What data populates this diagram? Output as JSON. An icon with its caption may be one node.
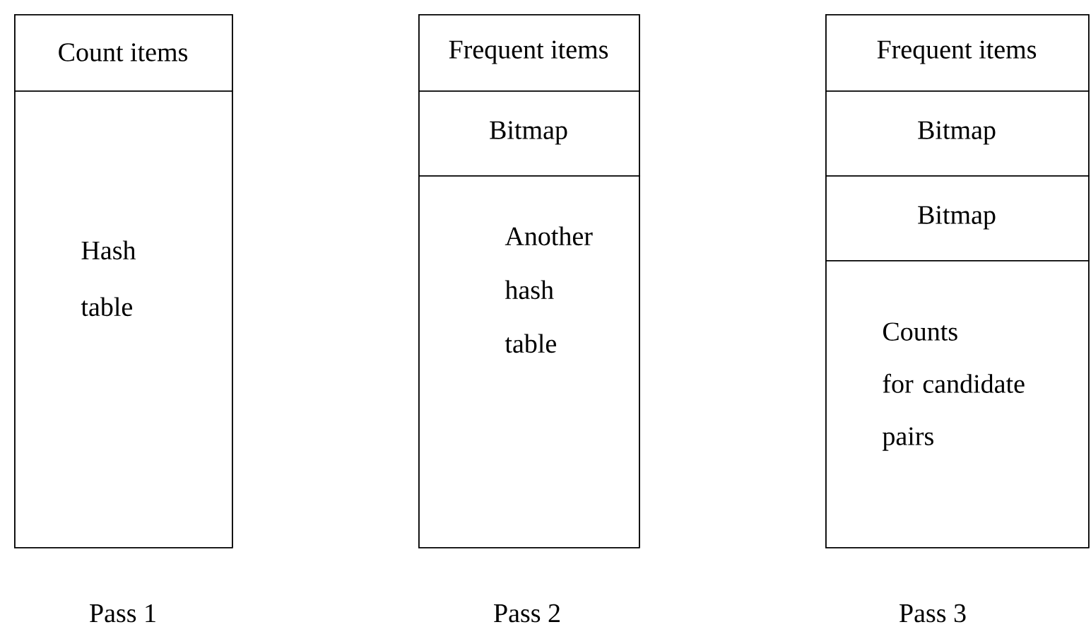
{
  "diagram": {
    "nodes": [
      {
        "text": [],
        "shape": "box",
        "beside": [
          "Pass 1"
        ]
      },
      {
        "text": [
          "Count items"
        ],
        "in": 0
      },
      {
        "text": [
          "Hash table"
        ],
        "in": 0
      },
      {
        "text": [],
        "shape": "box",
        "beside": [
          "Pass 2"
        ]
      },
      {
        "text": [
          "Frequent items"
        ],
        "in": 3
      },
      {
        "text": [
          "Bitmap"
        ],
        "in": 3
      },
      {
        "text": [
          "Another hash table"
        ],
        "in": 3
      },
      {
        "text": [],
        "shape": "box",
        "beside": [
          "Pass 3"
        ]
      },
      {
        "text": [
          "Frequent items"
        ],
        "in": 7
      },
      {
        "text": [
          "Bitmap"
        ],
        "in": 7
      },
      {
        "text": [
          "Bitmap"
        ],
        "in": 7
      },
      {
        "text": [
          "Counts for candidate pairs"
        ],
        "in": 7
      }
    ]
  }
}
